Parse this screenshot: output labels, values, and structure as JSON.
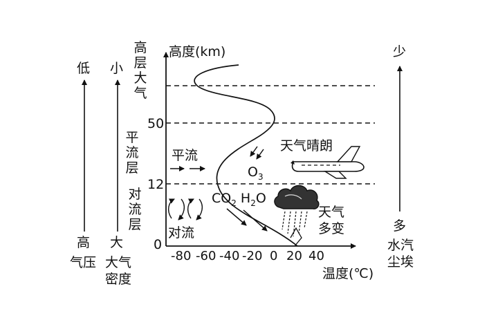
{
  "left_axes": {
    "pressure": {
      "top": "低",
      "bottom_1": "高",
      "bottom_2": "气压"
    },
    "density": {
      "top": "小",
      "bottom_1": "大",
      "bottom_2": "大气",
      "bottom_3": "密度"
    }
  },
  "layers": {
    "upper": "高层大气",
    "stratosphere": "平流层",
    "troposphere": "对流层"
  },
  "y_axis": {
    "label": "高度(km)",
    "ticks": [
      "50",
      "12",
      "0"
    ]
  },
  "x_axis": {
    "label": "温度(℃)",
    "ticks": [
      "-80",
      "-60",
      "-40",
      "-20",
      "0",
      "20",
      "40"
    ]
  },
  "annotations": {
    "horizontal_flow": "平流",
    "convection": "对流",
    "ozone": "O",
    "ozone_sub": "3",
    "co2": "CO",
    "co2_sub": "2",
    "h2o_1": "H",
    "h2o_sub": "2",
    "h2o_2": "O",
    "clear_weather": "天气晴朗",
    "weather_changeable_1": "天气",
    "weather_changeable_2": "多变"
  },
  "right_axis": {
    "top": "少",
    "bottom_1": "多",
    "bottom_2": "水汽",
    "bottom_3": "尘埃"
  }
}
